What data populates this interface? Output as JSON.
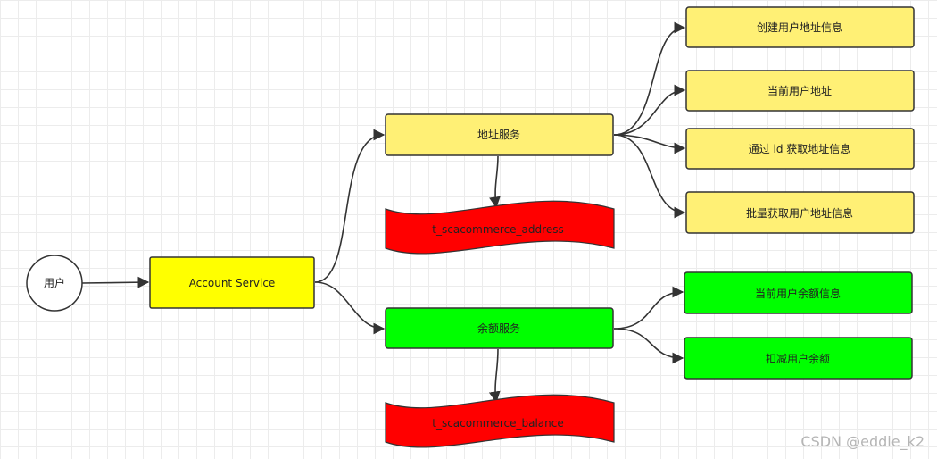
{
  "nodes": {
    "user": {
      "label": "用户"
    },
    "account_service": {
      "label": "Account Service",
      "color": "#ffff00"
    },
    "address_service": {
      "label": "地址服务",
      "color": "#fff075"
    },
    "address_table": {
      "label": "t_scacommerce_address",
      "color": "#ff0000"
    },
    "address_ops": [
      {
        "label": "创建用户地址信息"
      },
      {
        "label": "当前用户地址"
      },
      {
        "label": "通过 id 获取地址信息"
      },
      {
        "label": "批量获取用户地址信息"
      }
    ],
    "balance_service": {
      "label": "余额服务",
      "color": "#00ff00"
    },
    "balance_table": {
      "label": "t_scacommerce_balance",
      "color": "#ff0000"
    },
    "balance_ops": [
      {
        "label": "当前用户余额信息"
      },
      {
        "label": "扣减用户余额"
      }
    ]
  },
  "watermark": "CSDN @eddie_k2"
}
